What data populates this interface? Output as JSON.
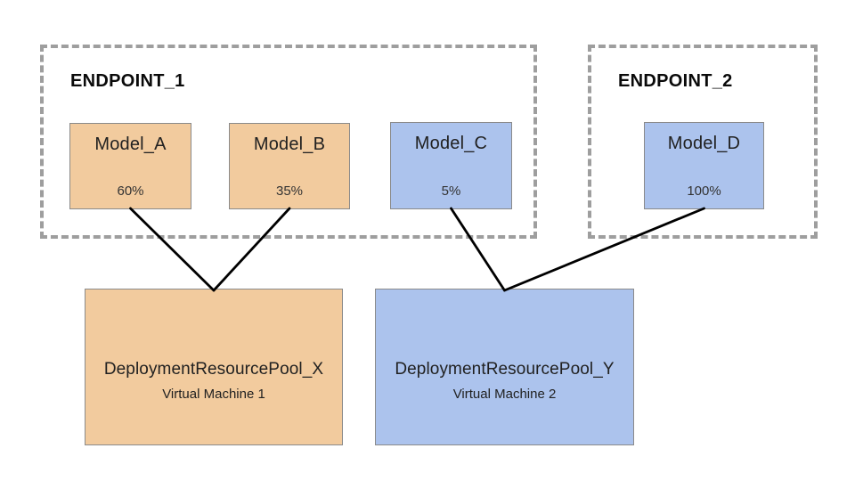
{
  "diagram": {
    "endpoints": [
      {
        "id": "endpoint_1",
        "label": "ENDPOINT_1",
        "models": [
          {
            "id": "model_a",
            "label": "Model_A",
            "traffic": "60%",
            "color": "orange",
            "pool": "pool_x"
          },
          {
            "id": "model_b",
            "label": "Model_B",
            "traffic": "35%",
            "color": "orange",
            "pool": "pool_x"
          },
          {
            "id": "model_c",
            "label": "Model_C",
            "traffic": "5%",
            "color": "blue",
            "pool": "pool_y"
          }
        ]
      },
      {
        "id": "endpoint_2",
        "label": "ENDPOINT_2",
        "models": [
          {
            "id": "model_d",
            "label": "Model_D",
            "traffic": "100%",
            "color": "blue",
            "pool": "pool_y"
          }
        ]
      }
    ],
    "pools": [
      {
        "id": "pool_x",
        "label": "DeploymentResourcePool_X",
        "sublabel": "Virtual Machine 1",
        "color": "orange"
      },
      {
        "id": "pool_y",
        "label": "DeploymentResourcePool_Y",
        "sublabel": "Virtual Machine 2",
        "color": "blue"
      }
    ],
    "edges": [
      {
        "from": "model_a",
        "to": "pool_x"
      },
      {
        "from": "model_b",
        "to": "pool_x"
      },
      {
        "from": "model_c",
        "to": "pool_y"
      },
      {
        "from": "model_d",
        "to": "pool_y"
      }
    ],
    "colors": {
      "orange_fill": "#f2cb9e",
      "blue_fill": "#acc3ed",
      "box_border": "#8a8a8a",
      "dashed_border": "#9e9e9e",
      "connector": "#000000"
    }
  }
}
